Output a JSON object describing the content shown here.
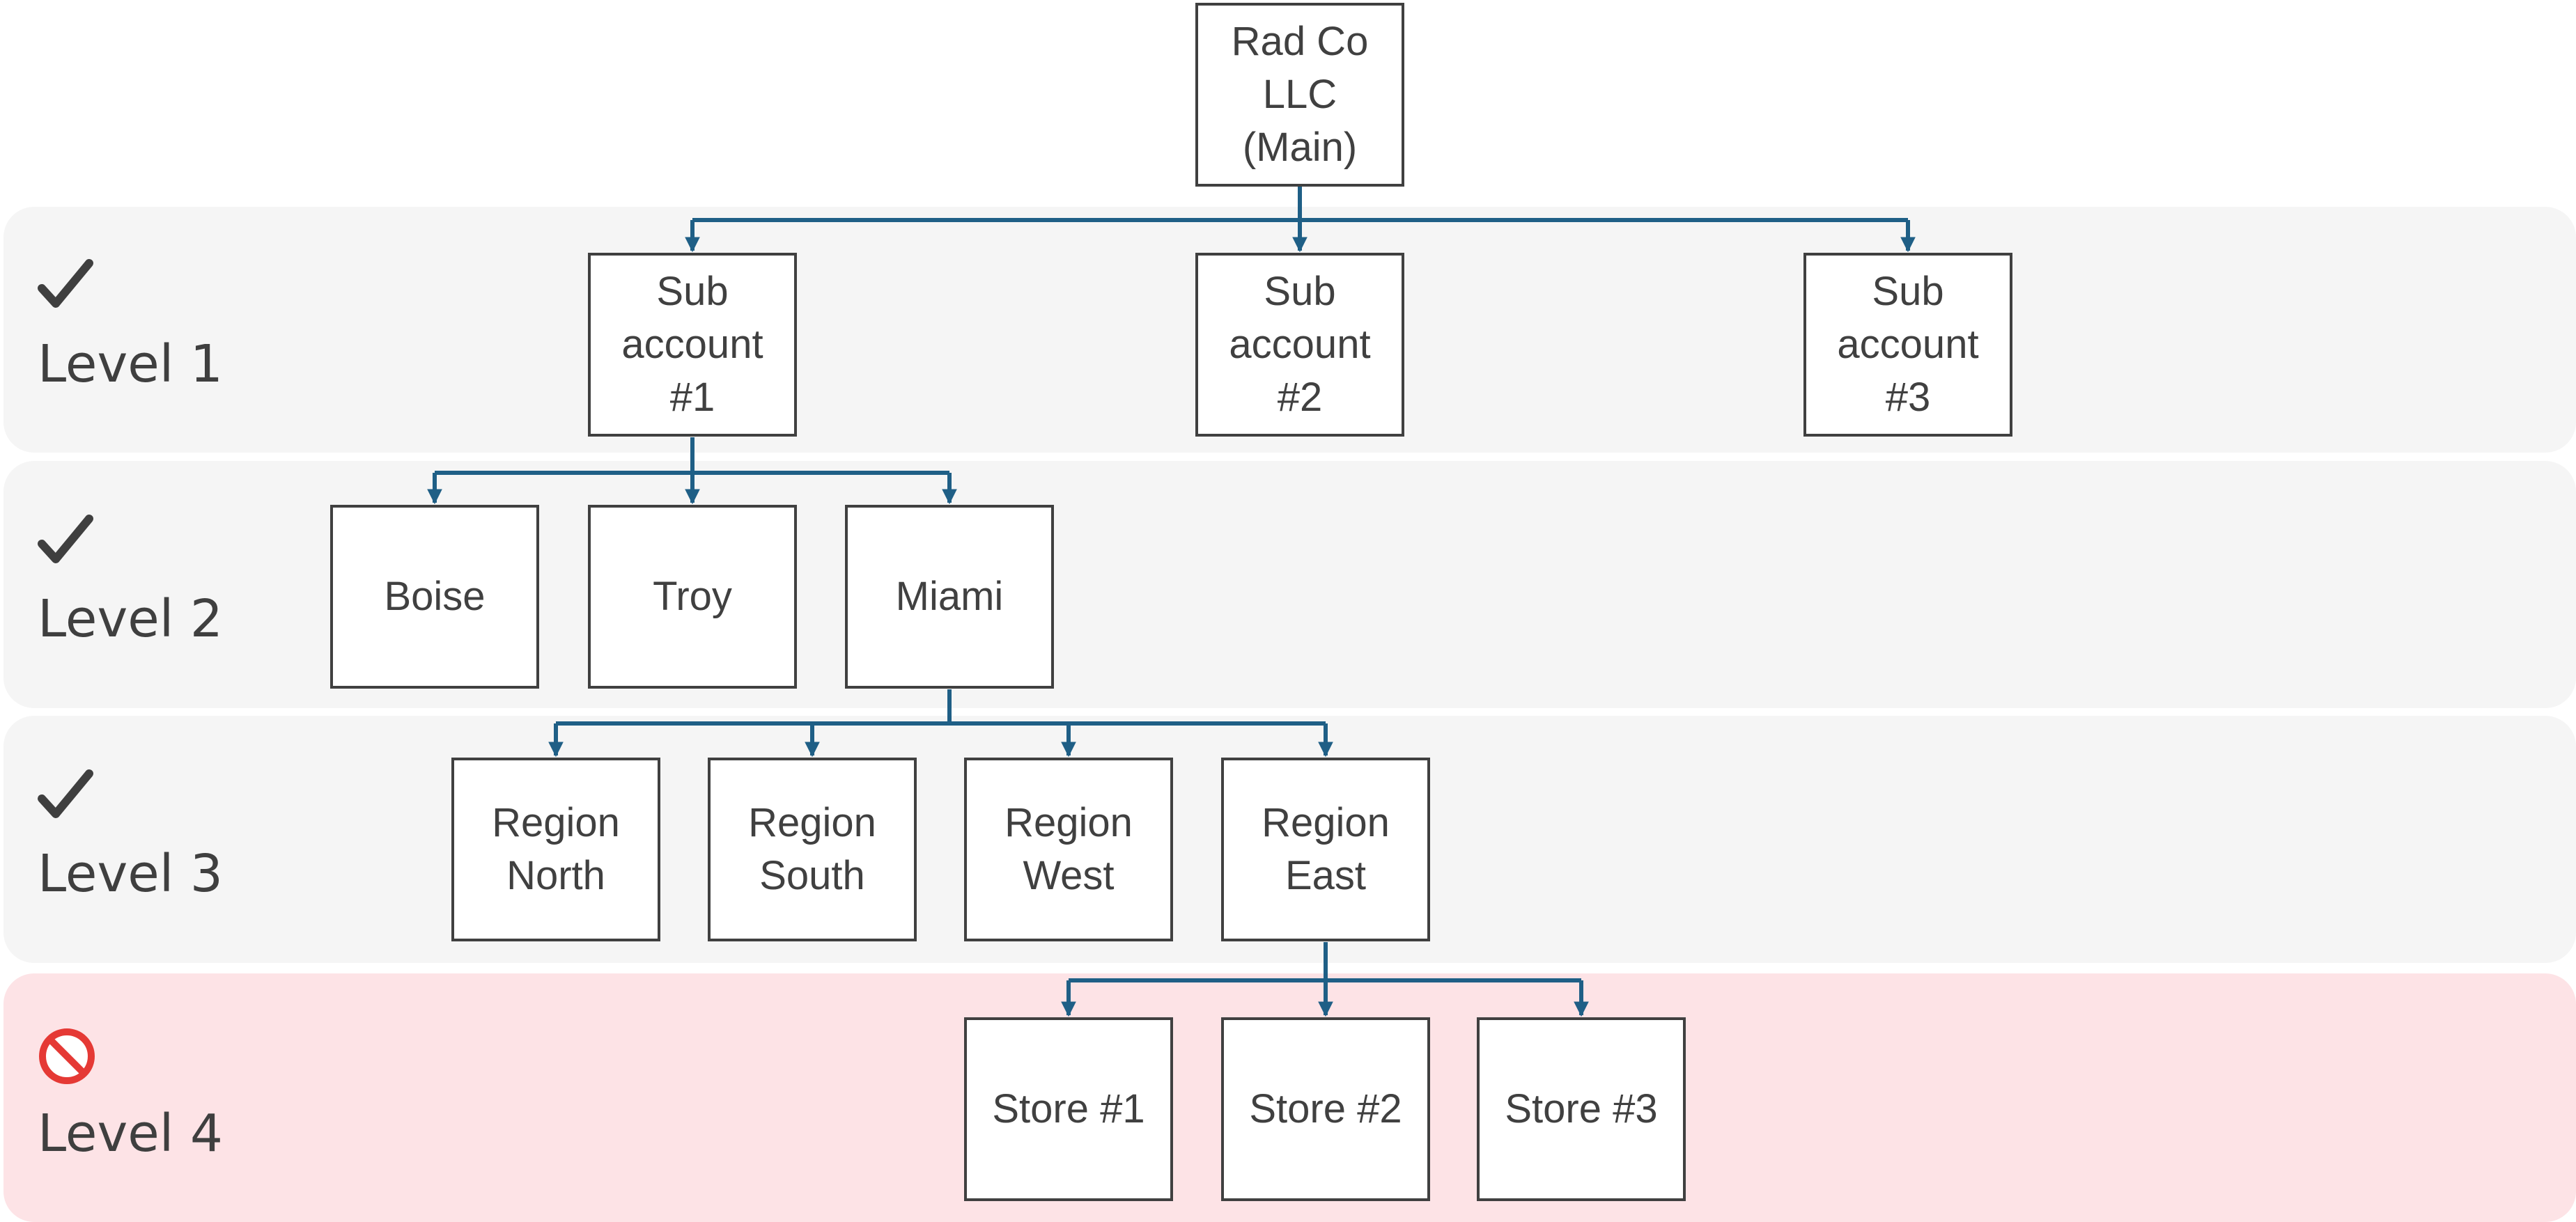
{
  "root": {
    "label": "Rad Co\nLLC\n(Main)"
  },
  "levels": [
    {
      "label": "Level 1",
      "status_icon": "check-icon",
      "allowed": true,
      "nodes": [
        "Sub\naccount\n#1",
        "Sub\naccount\n#2",
        "Sub\naccount\n#3"
      ]
    },
    {
      "label": "Level 2",
      "status_icon": "check-icon",
      "allowed": true,
      "nodes": [
        "Boise",
        "Troy",
        "Miami"
      ]
    },
    {
      "label": "Level 3",
      "status_icon": "check-icon",
      "allowed": true,
      "nodes": [
        "Region\nNorth",
        "Region\nSouth",
        "Region\nWest",
        "Region\nEast"
      ]
    },
    {
      "label": "Level 4",
      "status_icon": "prohibited-icon",
      "allowed": false,
      "nodes": [
        "Store #1",
        "Store #2",
        "Store #3"
      ]
    }
  ],
  "colors": {
    "connector": "#1f5f86",
    "node_border": "#404040",
    "allowed_band": "#f5f5f5",
    "blocked_band": "#fde3e6",
    "prohibited": "#e53935"
  }
}
